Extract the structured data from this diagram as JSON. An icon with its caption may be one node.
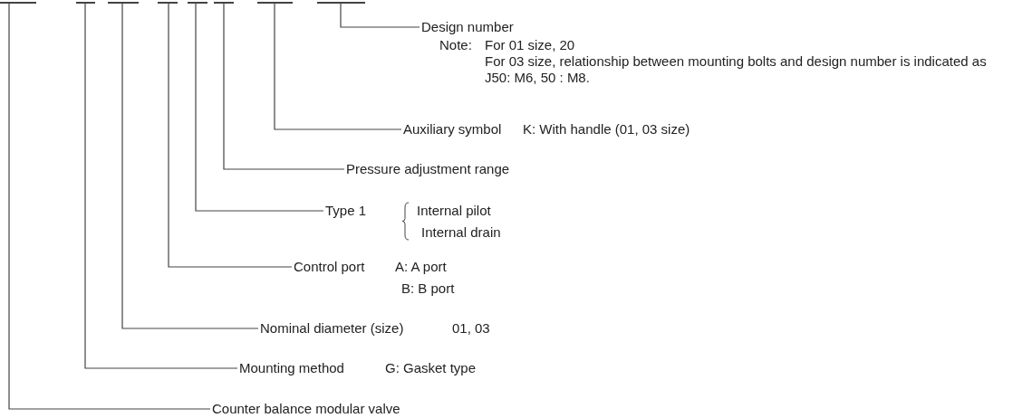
{
  "diagram": {
    "nodes": [
      {
        "text": [],
        "shape": "bar"
      },
      {
        "text": [],
        "shape": "bar"
      },
      {
        "text": [],
        "shape": "bar"
      },
      {
        "text": [],
        "shape": "bar"
      },
      {
        "text": [],
        "shape": "bar"
      },
      {
        "text": [],
        "shape": "bar"
      },
      {
        "text": [],
        "shape": "bar"
      },
      {
        "text": [],
        "shape": "bar"
      },
      {
        "text": [
          "Design number",
          "Note:",
          "For 01 size, 20",
          "For 03 size, relationship between mounting bolts and design number is indicated as J50: M6, 50 : M8."
        ]
      },
      {
        "text": [
          "Auxiliary symbol",
          "K: With handle (01, 03 size)"
        ]
      },
      {
        "text": [
          "Pressure adjustment range"
        ]
      },
      {
        "text": [
          "Type 1",
          "Internal pilot",
          "Internal drain"
        ]
      },
      {
        "text": [
          "Control port",
          "A: A port",
          "B: B port"
        ]
      },
      {
        "text": [
          "Nominal diameter (size)",
          "01, 03"
        ]
      },
      {
        "text": [
          "Mounting method",
          "G: Gasket type"
        ]
      },
      {
        "text": [
          "Counter balance modular valve"
        ]
      }
    ],
    "edges": [
      {
        "from": 8,
        "to": 7,
        "arrow": "none"
      },
      {
        "from": 9,
        "to": 6,
        "arrow": "none"
      },
      {
        "from": 10,
        "to": 5,
        "arrow": "none"
      },
      {
        "from": 11,
        "to": 4,
        "arrow": "none"
      },
      {
        "from": 12,
        "to": 3,
        "arrow": "none"
      },
      {
        "from": 13,
        "to": 2,
        "arrow": "none"
      },
      {
        "from": 14,
        "to": 1,
        "arrow": "none"
      },
      {
        "from": 15,
        "to": 0,
        "arrow": "none"
      }
    ]
  }
}
